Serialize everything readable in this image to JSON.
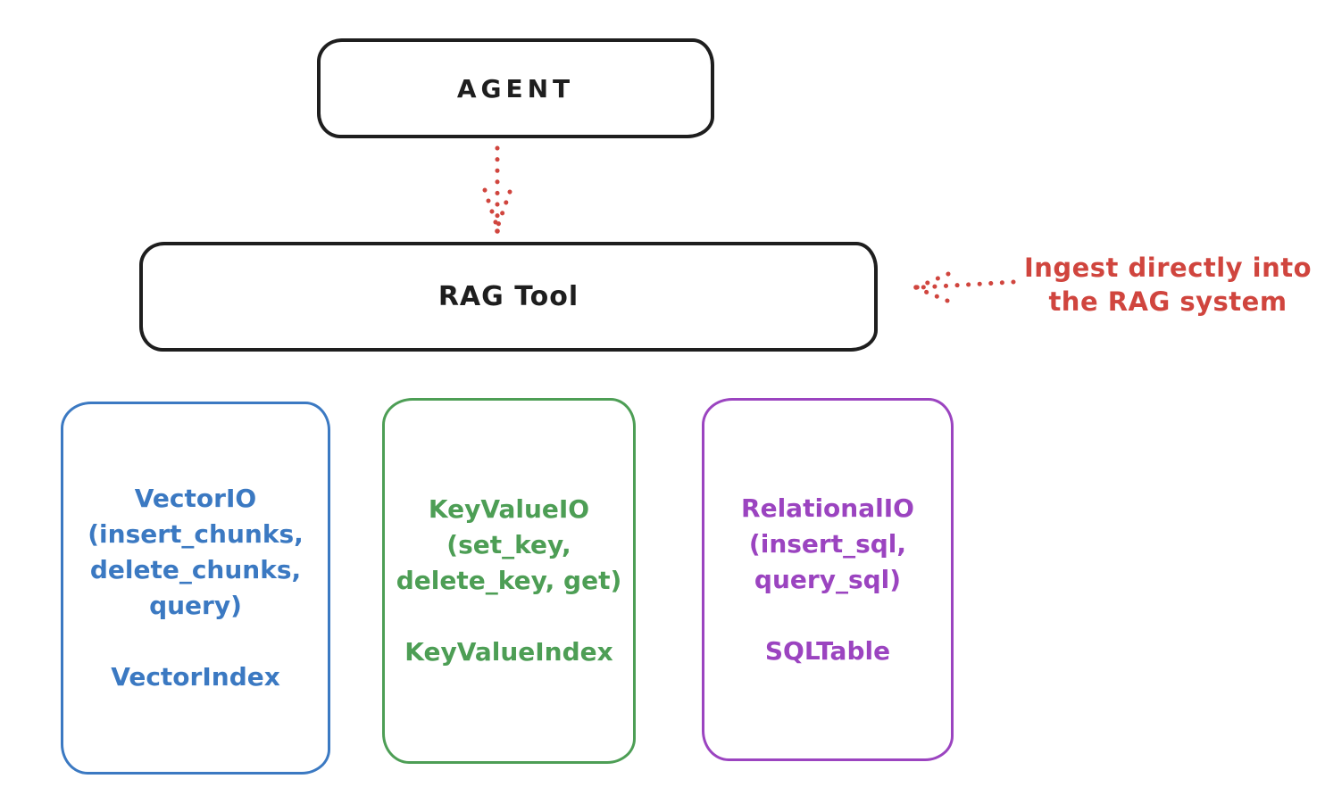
{
  "colors": {
    "ink": "#1e1e1e",
    "red": "#d0453e",
    "blue": "#3b79c2",
    "green": "#4d9e55",
    "purple": "#9b44c0",
    "background": "#ffffff"
  },
  "agent_box": {
    "label": "AGENT"
  },
  "rag_tool_box": {
    "label": "RAG Tool"
  },
  "annotation": {
    "text": "Ingest directly into\nthe RAG system"
  },
  "arrows": [
    {
      "name": "agent-to-rag-tool",
      "style": "dotted",
      "color": "#d0453e",
      "direction": "down"
    },
    {
      "name": "ingest-into-rag-tool",
      "style": "dotted",
      "color": "#d0453e",
      "direction": "left"
    }
  ],
  "io_boxes": [
    {
      "name": "vector-io",
      "color": "#3b79c2",
      "heading": "VectorIO\n(insert_chunks,\ndelete_chunks,\nquery)",
      "index_label": "VectorIndex"
    },
    {
      "name": "keyvalue-io",
      "color": "#4d9e55",
      "heading": "KeyValueIO\n(set_key,\ndelete_key, get)",
      "index_label": "KeyValueIndex"
    },
    {
      "name": "relational-io",
      "color": "#9b44c0",
      "heading": "RelationalIO\n(insert_sql,\nquery_sql)",
      "index_label": "SQLTable"
    }
  ]
}
